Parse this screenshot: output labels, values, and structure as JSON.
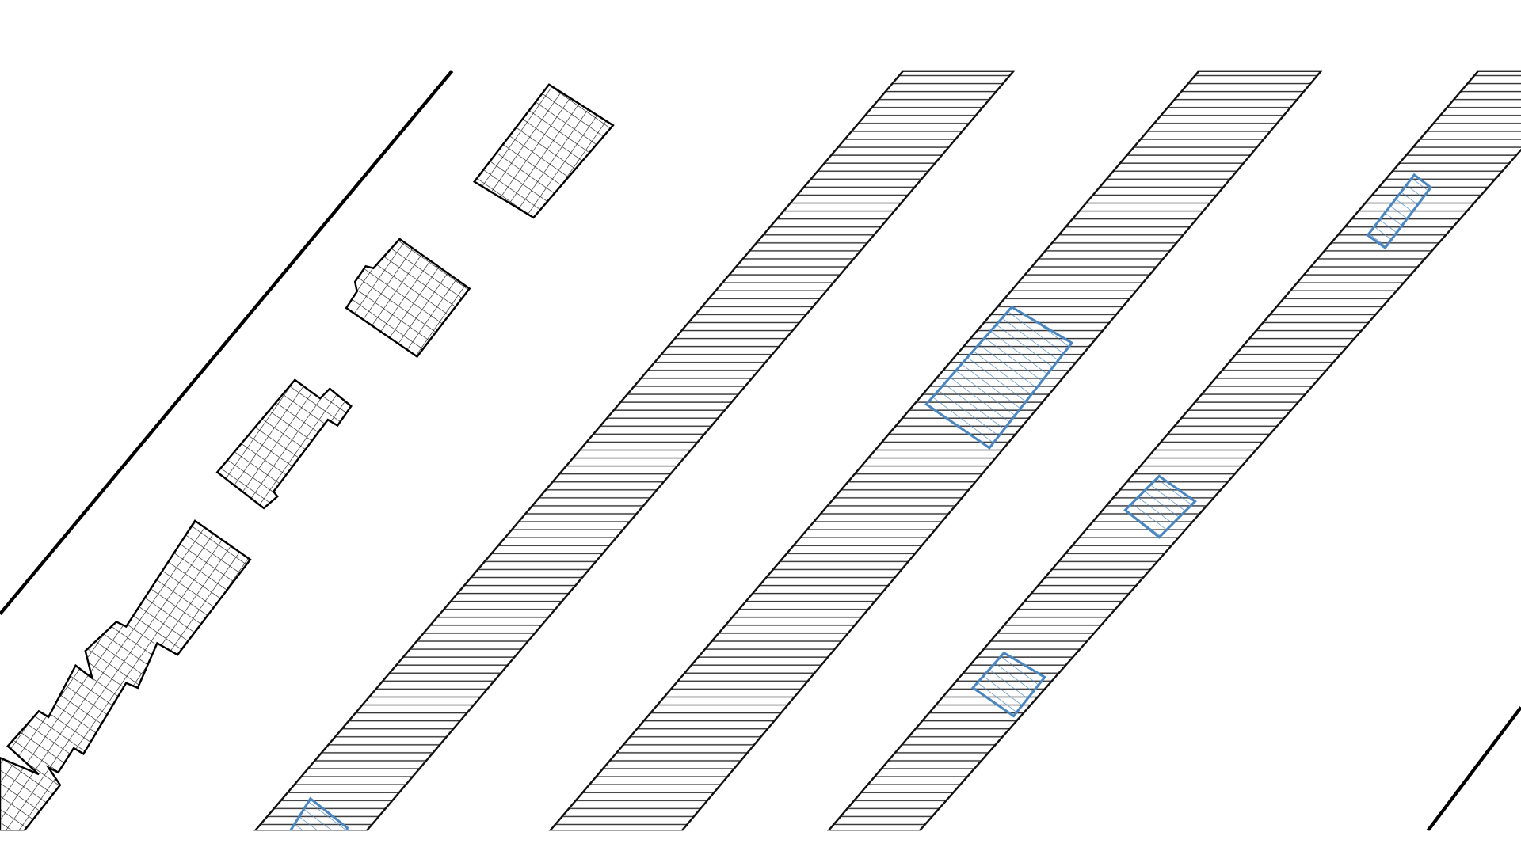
{
  "colors": {
    "background": "#ffffff",
    "outline": "#000000",
    "hatch": "#333333",
    "highlight": "#4a86c0"
  },
  "legend_items": [],
  "features": {
    "boundary_lines": 2,
    "hatched_strips": 3,
    "crosshatched_buildings": 4,
    "highlighted_blue_areas": 5
  }
}
